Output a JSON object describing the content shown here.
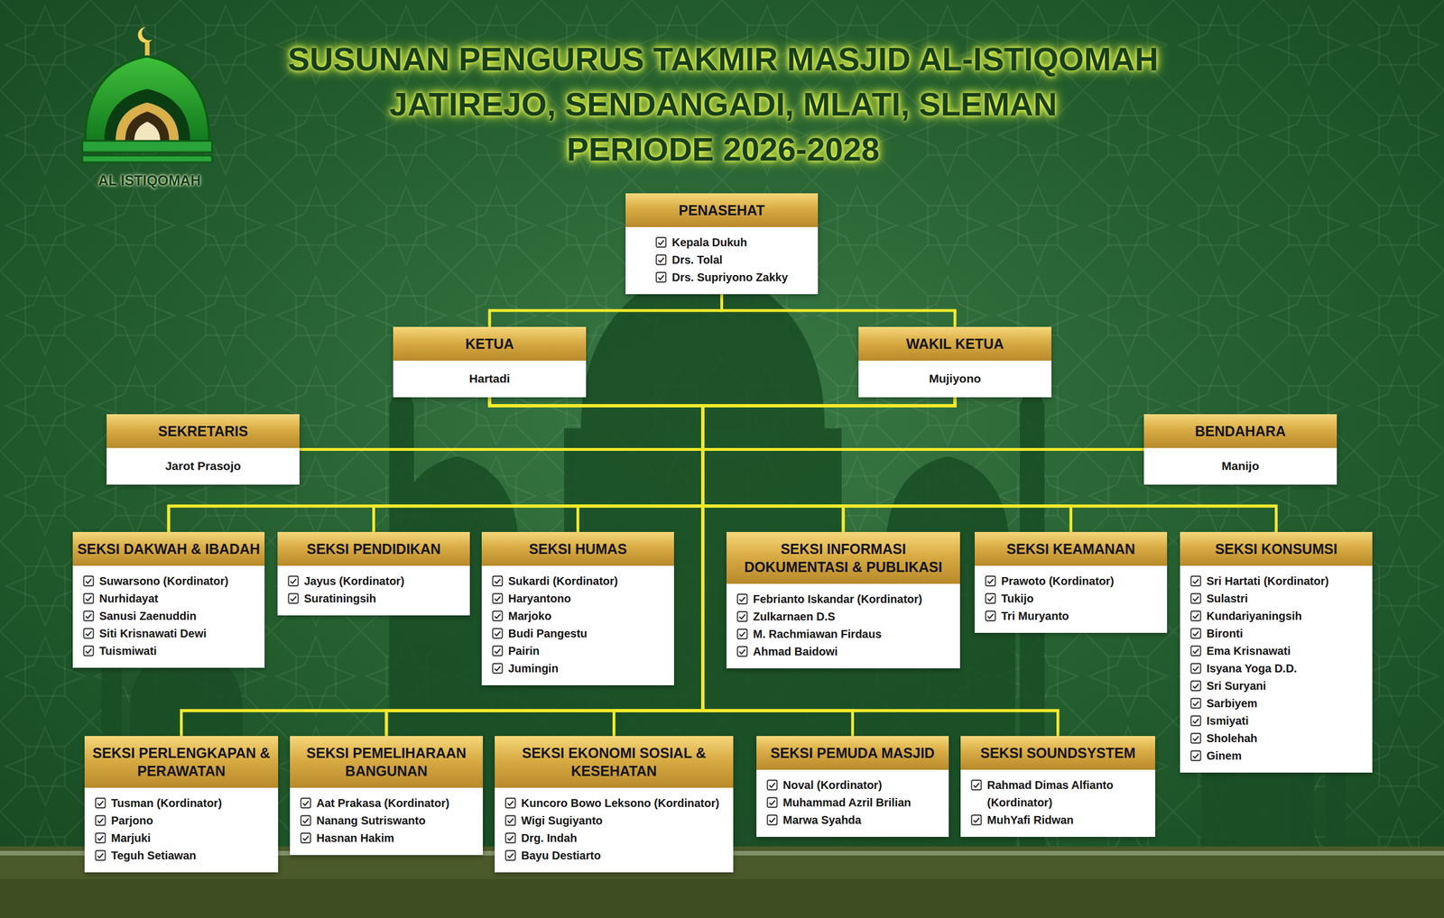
{
  "diagram": {
    "title": "SUSUNAN PENGURUS TAKMIR MASJID AL-ISTIQOMAH",
    "nodes": [
      {
        "text": [
          "PENASEHAT",
          "Kepala Dukuh",
          "Drs. Tolal",
          "Drs. Supriyono Zakky"
        ]
      },
      {
        "text": [
          "KETUA",
          "Hartadi"
        ]
      },
      {
        "text": [
          "WAKIL KETUA",
          "Mujiyono"
        ]
      },
      {
        "text": [
          "SEKRETARIS",
          "Jarot Prasojo"
        ]
      },
      {
        "text": [
          "BENDAHARA",
          "Manijo"
        ]
      },
      {
        "text": [
          "SEKSI DAKWAH & IBADAH",
          "Suwarsono (Kordinator)",
          "Nurhidayat",
          "Sanusi Zaenuddin",
          "Siti Krisnawati Dewi",
          "Tuismiwati"
        ]
      },
      {
        "text": [
          "SEKSI PENDIDIKAN",
          "Jayus (Kordinator)",
          "Suratiningsih"
        ]
      },
      {
        "text": [
          "SEKSI HUMAS",
          "Sukardi (Kordinator)",
          "Haryantono",
          "Marjoko",
          "Budi Pangestu",
          "Pairin",
          "Jumingin"
        ]
      },
      {
        "text": [
          "SEKSI INFORMASI DOKUMENTASI & PUBLIKASI",
          "Febrianto Iskandar (Kordinator)",
          "Zulkarnaen D.S",
          "M. Rachmiawan Firdaus",
          "Ahmad Baidowi"
        ]
      },
      {
        "text": [
          "SEKSI KEAMANAN",
          "Prawoto (Kordinator)",
          "Tukijo",
          "Tri Muryanto"
        ]
      },
      {
        "text": [
          "SEKSI KONSUMSI",
          "Sri Hartati (Kordinator)",
          "Sulastri",
          "Kundariyaningsih",
          "Bironti",
          "Ema Krisnawati",
          "Isyana Yoga D.D.",
          "Sri Suryani",
          "Sarbiyem",
          "Ismiyati",
          "Sholehah",
          "Ginem"
        ]
      },
      {
        "text": [
          "SEKSI PERLENGKAPAN & PERAWATAN",
          "Tusman (Kordinator)",
          "Parjono",
          "Marjuki",
          "Teguh Setiawan"
        ]
      },
      {
        "text": [
          "SEKSI PEMELIHARAAN BANGUNAN",
          "Aat Prakasa (Kordinator)",
          "Nanang Sutriswanto",
          "Hasnan Hakim"
        ]
      },
      {
        "text": [
          "SEKSI EKONOMI SOSIAL & KESEHATAN",
          "Kuncoro Bowo Leksono (Kordinator)",
          "Wigi Sugiyanto",
          "Drg. Indah",
          "Bayu Destiarto"
        ]
      },
      {
        "text": [
          "SEKSI PEMUDA MASJID",
          "Noval (Kordinator)",
          "Muhammad Azril Brilian",
          "Marwa Syahda"
        ]
      },
      {
        "text": [
          "SEKSI SOUNDSYSTEM",
          "Rahmad Dimas Alfianto (Kordinator)",
          "MuhYafi Ridwan"
        ]
      }
    ],
    "edges": [
      {
        "from": 0,
        "to": 1,
        "arrow": "none"
      },
      {
        "from": 0,
        "to": 2,
        "arrow": "none"
      },
      {
        "from": 1,
        "to": 3,
        "arrow": "none"
      },
      {
        "from": 1,
        "to": 4,
        "arrow": "none"
      },
      {
        "from": 1,
        "to": 5,
        "arrow": "none"
      },
      {
        "from": 1,
        "to": 6,
        "arrow": "none"
      },
      {
        "from": 1,
        "to": 7,
        "arrow": "none"
      },
      {
        "from": 1,
        "to": 8,
        "arrow": "none"
      },
      {
        "from": 1,
        "to": 9,
        "arrow": "none"
      },
      {
        "from": 1,
        "to": 10,
        "arrow": "none"
      },
      {
        "from": 1,
        "to": 11,
        "arrow": "none"
      },
      {
        "from": 1,
        "to": 12,
        "arrow": "none"
      },
      {
        "from": 1,
        "to": 13,
        "arrow": "none"
      },
      {
        "from": 1,
        "to": 14,
        "arrow": "none"
      },
      {
        "from": 1,
        "to": 15,
        "arrow": "none"
      },
      {
        "from": 2,
        "to": 3,
        "arrow": "none"
      },
      {
        "from": 2,
        "to": 4,
        "arrow": "none"
      },
      {
        "from": 2,
        "to": 5,
        "arrow": "none"
      },
      {
        "from": 2,
        "to": 6,
        "arrow": "none"
      },
      {
        "from": 2,
        "to": 7,
        "arrow": "none"
      },
      {
        "from": 2,
        "to": 8,
        "arrow": "none"
      },
      {
        "from": 2,
        "to": 9,
        "arrow": "none"
      },
      {
        "from": 2,
        "to": 10,
        "arrow": "none"
      },
      {
        "from": 2,
        "to": 11,
        "arrow": "none"
      },
      {
        "from": 2,
        "to": 12,
        "arrow": "none"
      },
      {
        "from": 2,
        "to": 13,
        "arrow": "none"
      },
      {
        "from": 2,
        "to": 14,
        "arrow": "none"
      },
      {
        "from": 2,
        "to": 15,
        "arrow": "none"
      }
    ],
    "labels": [
      "AL ISTIQOMAH",
      "JATIREJO, SENDANGADI, MLATI, SLEMAN",
      "PERIODE 2026-2028"
    ]
  }
}
